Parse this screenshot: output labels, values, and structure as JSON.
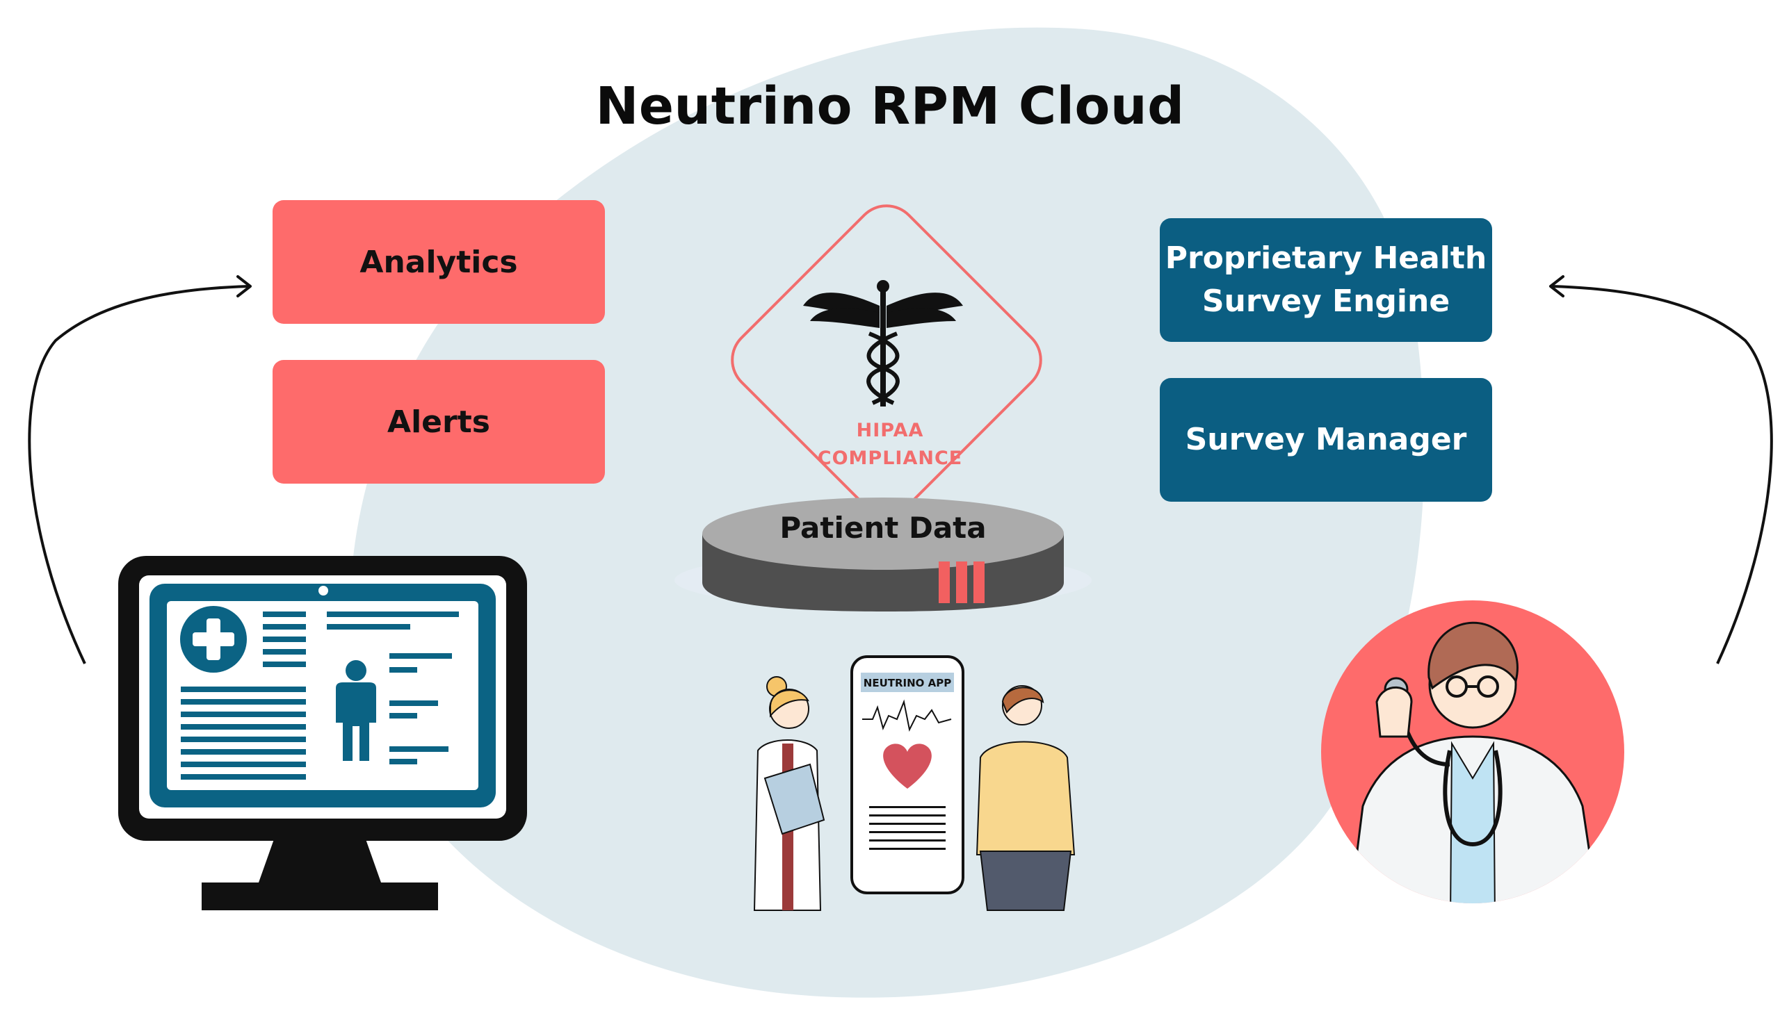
{
  "diagram": {
    "title": "Neutrino RPM Cloud",
    "left_boxes": [
      {
        "label": "Analytics"
      },
      {
        "label": "Alerts"
      }
    ],
    "right_boxes": [
      {
        "label_line1": "Proprietary Health",
        "label_line2": "Survey Engine"
      },
      {
        "label": "Survey Manager"
      }
    ],
    "hipaa": {
      "line1": "HIPAA",
      "line2": "COMPLIANCE"
    },
    "database_label": "Patient Data",
    "phone_app_label": "NEUTRINO APP",
    "colors": {
      "blob": "#dfeaee",
      "red_box": "#fe6b6b",
      "teal_box": "#0b5e82",
      "hipaa_text": "#f26d6d",
      "monitor_teal": "#0b6384"
    },
    "icons": [
      "caduceus-icon",
      "monitor-illustration",
      "doctor-illustration",
      "phone-app-illustration",
      "plus-cross-icon",
      "person-icon",
      "heart-icon",
      "stethoscope-icon"
    ]
  }
}
